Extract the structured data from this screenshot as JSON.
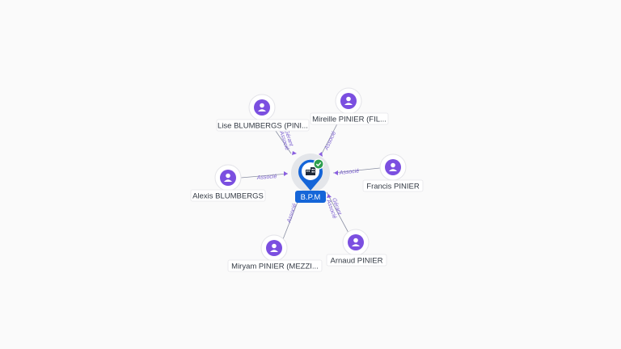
{
  "center": {
    "label": "B.P.M",
    "icon": "building-icon",
    "status_icon": "check-icon",
    "colors": {
      "pin": "#1565d8",
      "badge": "#2e9e4e",
      "halo": "#e4e6ea"
    }
  },
  "people": [
    {
      "id": "lise",
      "name": "Lise BLUMBERGS (PINI...",
      "roles": [
        "Gérant",
        "Associé"
      ]
    },
    {
      "id": "mireille",
      "name": "Mireille PINIER (FIL...",
      "roles": [
        "Associé"
      ]
    },
    {
      "id": "francis",
      "name": "Francis PINIER",
      "roles": [
        "Associé"
      ]
    },
    {
      "id": "alexis",
      "name": "Alexis BLUMBERGS",
      "roles": [
        "Associé"
      ]
    },
    {
      "id": "miryam",
      "name": "Miryam PINIER (MEZZI...",
      "roles": [
        "Associé"
      ]
    },
    {
      "id": "arnaud",
      "name": "Arnaud PINIER",
      "roles": [
        "Gérant",
        "Associé"
      ]
    }
  ],
  "colors": {
    "person": "#7b4fe0",
    "edge_label": "#7b5fd0",
    "edge": "#8a8fa3"
  }
}
